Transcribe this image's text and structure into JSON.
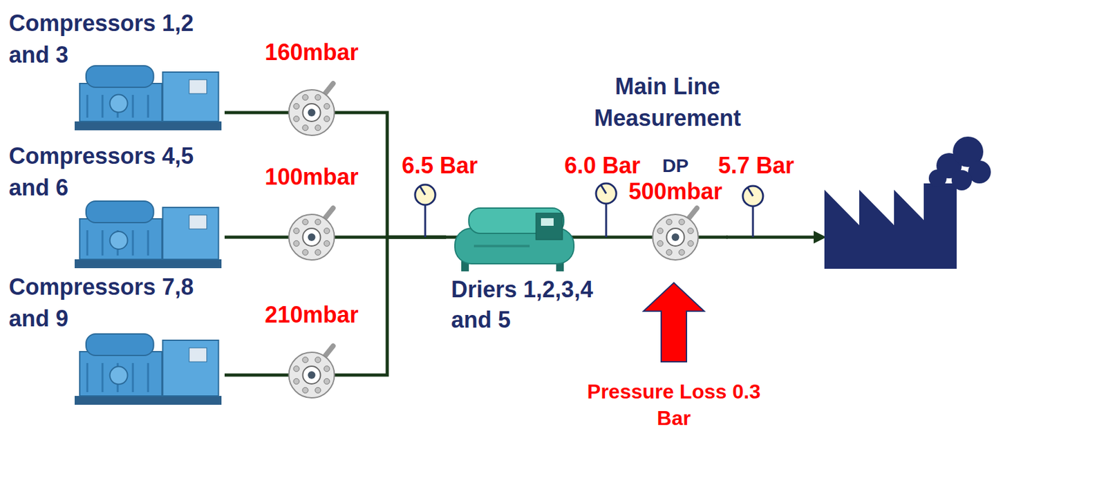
{
  "diagram": {
    "nodes": [
      {
        "text": [
          "Compressors 1,2 and 3"
        ]
      },
      {
        "text": [
          "Compressors 4,5 and 6"
        ]
      },
      {
        "text": [
          "Compressors 7,8 and 9"
        ]
      },
      {
        "text": [
          "160mbar"
        ]
      },
      {
        "text": [
          "100mbar"
        ]
      },
      {
        "text": [
          "210mbar"
        ]
      },
      {
        "text": [
          "Driers 1,2,3,4 and 5"
        ]
      },
      {
        "text": [
          "DP",
          "500mbar"
        ]
      }
    ],
    "edges": [
      {
        "from": 0,
        "to": 3,
        "arrow": "none"
      },
      {
        "from": 1,
        "to": 4,
        "arrow": "none"
      },
      {
        "from": 2,
        "to": 5,
        "arrow": "none"
      },
      {
        "from": 3,
        "to": 6,
        "arrow": "none"
      },
      {
        "from": 4,
        "to": 6,
        "arrow": "none"
      },
      {
        "from": 5,
        "to": 6,
        "arrow": "none"
      },
      {
        "from": 6,
        "to": 7,
        "arrow": "none"
      }
    ],
    "labels": [
      "6.5 Bar",
      "6.0 Bar",
      "5.7 Bar",
      "Main Line Measurement",
      "Pressure Loss 0.3 Bar"
    ]
  }
}
